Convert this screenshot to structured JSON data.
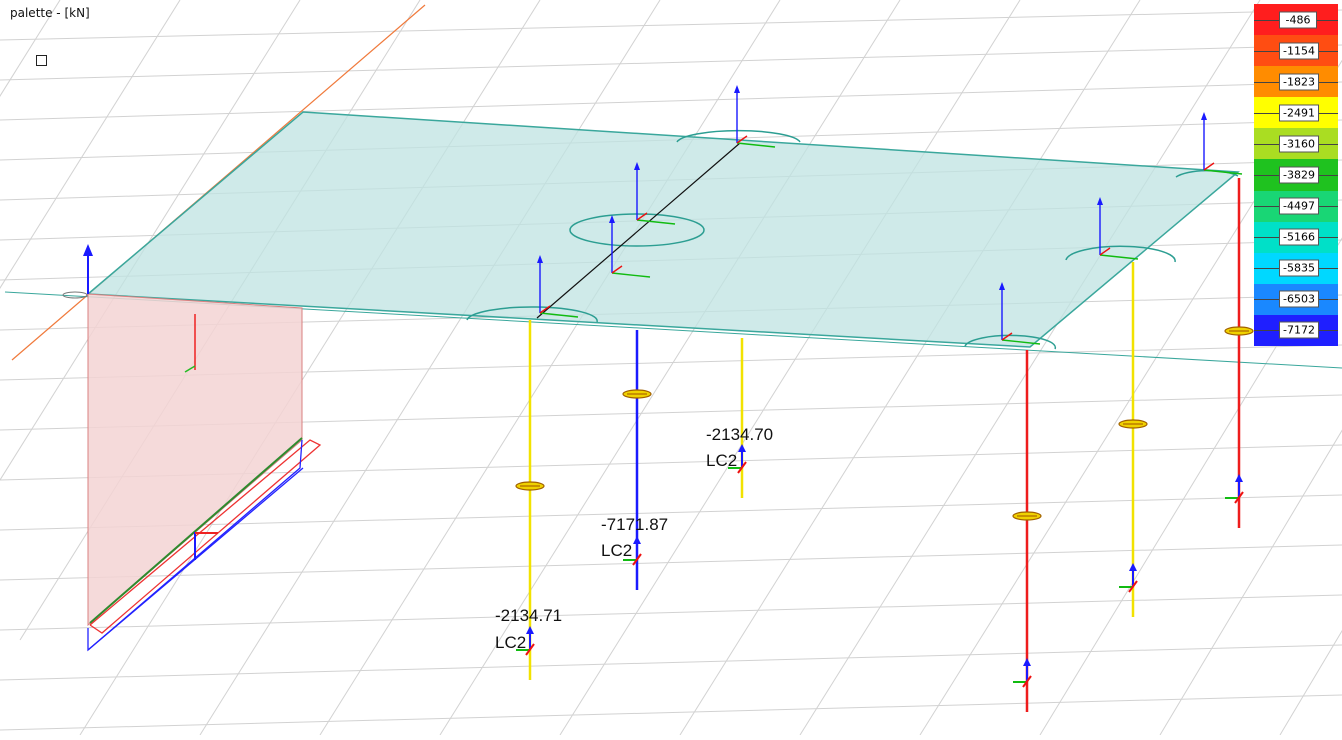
{
  "window": {
    "title": "palette - [kN]"
  },
  "legend": {
    "unit": "kN",
    "entries": [
      {
        "label": "-486",
        "color": "#ff1e1e"
      },
      {
        "label": "-1154",
        "color": "#ff4d12"
      },
      {
        "label": "-1823",
        "color": "#ff8c00"
      },
      {
        "label": "-2491",
        "color": "#ffff00"
      },
      {
        "label": "-3160",
        "color": "#aadd22"
      },
      {
        "label": "-3829",
        "color": "#1fc21f"
      },
      {
        "label": "-4497",
        "color": "#19d675"
      },
      {
        "label": "-5166",
        "color": "#00e0c8"
      },
      {
        "label": "-5835",
        "color": "#00d8ff"
      },
      {
        "label": "-6503",
        "color": "#1a88ff"
      },
      {
        "label": "-7172",
        "color": "#1f1fff"
      }
    ]
  },
  "results": [
    {
      "value": "-2134.70",
      "load_case": "LC2"
    },
    {
      "value": "-7171.87",
      "load_case": "LC2"
    },
    {
      "value": "-2134.71",
      "load_case": "LC2"
    }
  ],
  "colors": {
    "slab_fill": "#bfe3e1",
    "slab_edge": "#3aa79c",
    "wall_fill": "#f3d3d3",
    "wall_edge": "#d98080",
    "grid": "#cfcfcf",
    "axis_x": "#f07a3c",
    "column_blue": "#1a1aff",
    "column_yellow": "#f2e200",
    "column_red": "#ee1c1c"
  }
}
